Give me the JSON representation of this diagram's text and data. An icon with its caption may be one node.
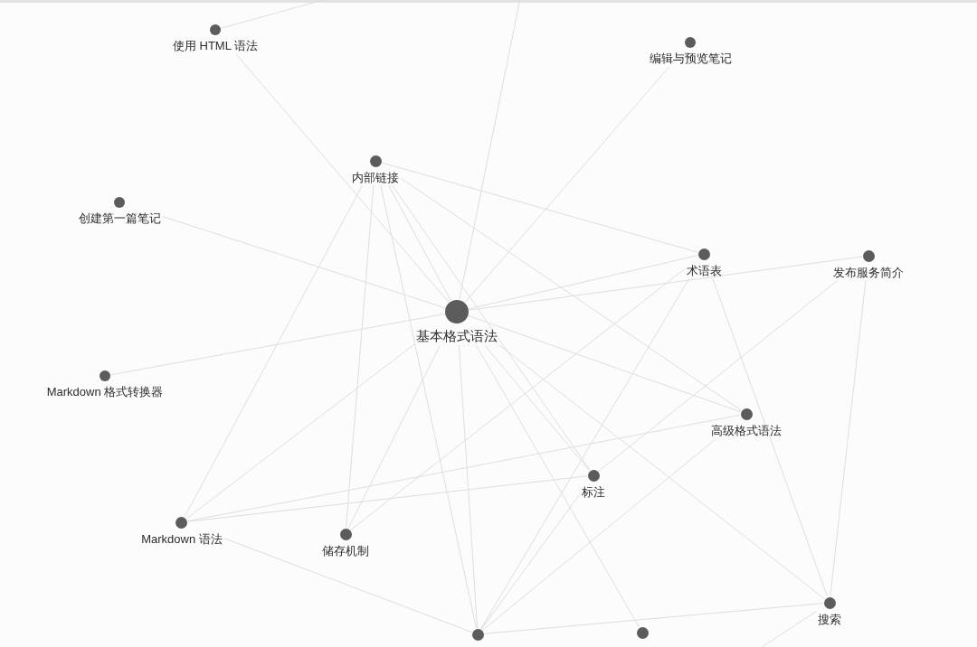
{
  "diagram": {
    "nodes": [
      {
        "text": [
          "使用 HTML 语法"
        ]
      },
      {
        "text": [
          "编辑与预览笔记"
        ]
      },
      {
        "text": [
          "内部链接"
        ]
      },
      {
        "text": [
          "创建第一篇笔记"
        ]
      },
      {
        "text": [
          "术语表"
        ]
      },
      {
        "text": [
          "发布服务简介"
        ]
      },
      {
        "text": [
          "基本格式语法"
        ]
      },
      {
        "text": [
          "Markdown 格式转换器"
        ]
      },
      {
        "text": [
          "高级格式语法"
        ]
      },
      {
        "text": [
          "标注"
        ]
      },
      {
        "text": [
          "Markdown 语法"
        ]
      },
      {
        "text": [
          "储存机制"
        ]
      },
      {
        "text": [
          "搜索"
        ]
      },
      {
        "text": [],
        "shape": "circle"
      },
      {
        "text": [],
        "shape": "circle"
      }
    ],
    "edges": [
      {
        "from": 0,
        "to": null,
        "arrow": "none"
      },
      {
        "from": 0,
        "to": 6,
        "arrow": "none"
      },
      {
        "from": 1,
        "to": 6,
        "arrow": "none"
      },
      {
        "from": 2,
        "to": 4,
        "arrow": "none"
      },
      {
        "from": 2,
        "to": 6,
        "arrow": "none"
      },
      {
        "from": 2,
        "to": 8,
        "arrow": "none"
      },
      {
        "from": 2,
        "to": 9,
        "arrow": "none"
      },
      {
        "from": 2,
        "to": 10,
        "arrow": "none"
      },
      {
        "from": 2,
        "to": 11,
        "arrow": "none"
      },
      {
        "from": 2,
        "to": 13,
        "arrow": "none"
      },
      {
        "from": 3,
        "to": 6,
        "arrow": "none"
      },
      {
        "from": 6,
        "to": 4,
        "arrow": "none"
      },
      {
        "from": 4,
        "to": 11,
        "arrow": "none"
      },
      {
        "from": 4,
        "to": 12,
        "arrow": "none"
      },
      {
        "from": 4,
        "to": 13,
        "arrow": "none"
      },
      {
        "from": 5,
        "to": 6,
        "arrow": "none"
      },
      {
        "from": 5,
        "to": 9,
        "arrow": "none"
      },
      {
        "from": 5,
        "to": 12,
        "arrow": "none"
      },
      {
        "from": null,
        "to": 6,
        "arrow": "none"
      },
      {
        "from": 6,
        "to": 7,
        "arrow": "none"
      },
      {
        "from": 6,
        "to": 8,
        "arrow": "none"
      },
      {
        "from": 6,
        "to": 9,
        "arrow": "none"
      },
      {
        "from": 6,
        "to": 10,
        "arrow": "none"
      },
      {
        "from": 6,
        "to": 11,
        "arrow": "none"
      },
      {
        "from": 6,
        "to": 12,
        "arrow": "none"
      },
      {
        "from": 6,
        "to": 13,
        "arrow": "none"
      },
      {
        "from": 6,
        "to": 14,
        "arrow": "none"
      },
      {
        "from": 8,
        "to": 10,
        "arrow": "none"
      },
      {
        "from": 8,
        "to": 13,
        "arrow": "none"
      },
      {
        "from": 9,
        "to": 10,
        "arrow": "none"
      },
      {
        "from": 9,
        "to": 13,
        "arrow": "none"
      },
      {
        "from": 10,
        "to": 13,
        "arrow": "none"
      },
      {
        "from": 12,
        "to": 13,
        "arrow": "none"
      },
      {
        "from": 12,
        "to": null,
        "arrow": "none"
      }
    ]
  }
}
